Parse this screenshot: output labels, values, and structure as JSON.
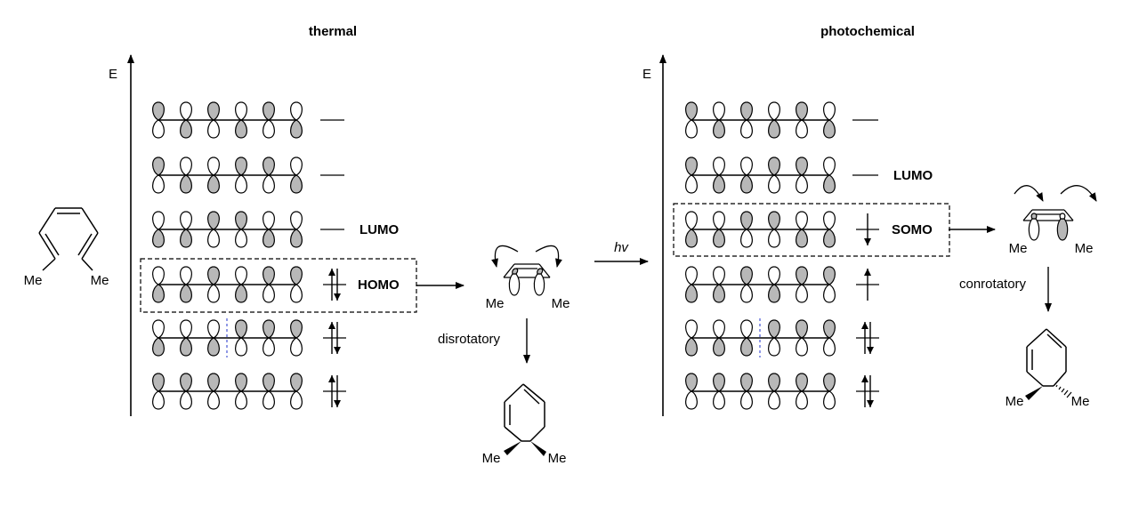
{
  "headings": {
    "thermal": "thermal",
    "photochemical": "photochemical"
  },
  "axis": {
    "energy_label": "E"
  },
  "mo_labels": {
    "lumo": "LUMO",
    "homo": "HOMO",
    "somo": "SOMO"
  },
  "substituent": {
    "methyl": "Me"
  },
  "reaction": {
    "light": "hv",
    "thermal_mode": "disrotatory",
    "photo_mode": "conrotatory"
  },
  "colors": {
    "lobe_fill": "#b8b8b8",
    "node_line": "#2233cc",
    "ink": "#000000"
  },
  "orbital_phases": {
    "psi6": [
      "up",
      "down",
      "up",
      "down",
      "up",
      "down"
    ],
    "psi5": [
      "up",
      "down",
      "down",
      "up",
      "up",
      "down"
    ],
    "psi4": [
      "down",
      "down",
      "up",
      "up",
      "down",
      "down"
    ],
    "psi3": [
      "down",
      "down",
      "up",
      "down",
      "up",
      "up"
    ],
    "psi2": [
      "down",
      "down",
      "down",
      "up",
      "up",
      "up"
    ],
    "psi1": [
      "up",
      "up",
      "up",
      "up",
      "up",
      "up"
    ]
  },
  "electron_occupancy": {
    "thermal": [
      "empty",
      "empty",
      "empty",
      "paired",
      "paired",
      "paired"
    ],
    "photochemical": [
      "empty",
      "empty",
      "single-down",
      "single-up",
      "paired",
      "paired"
    ]
  }
}
